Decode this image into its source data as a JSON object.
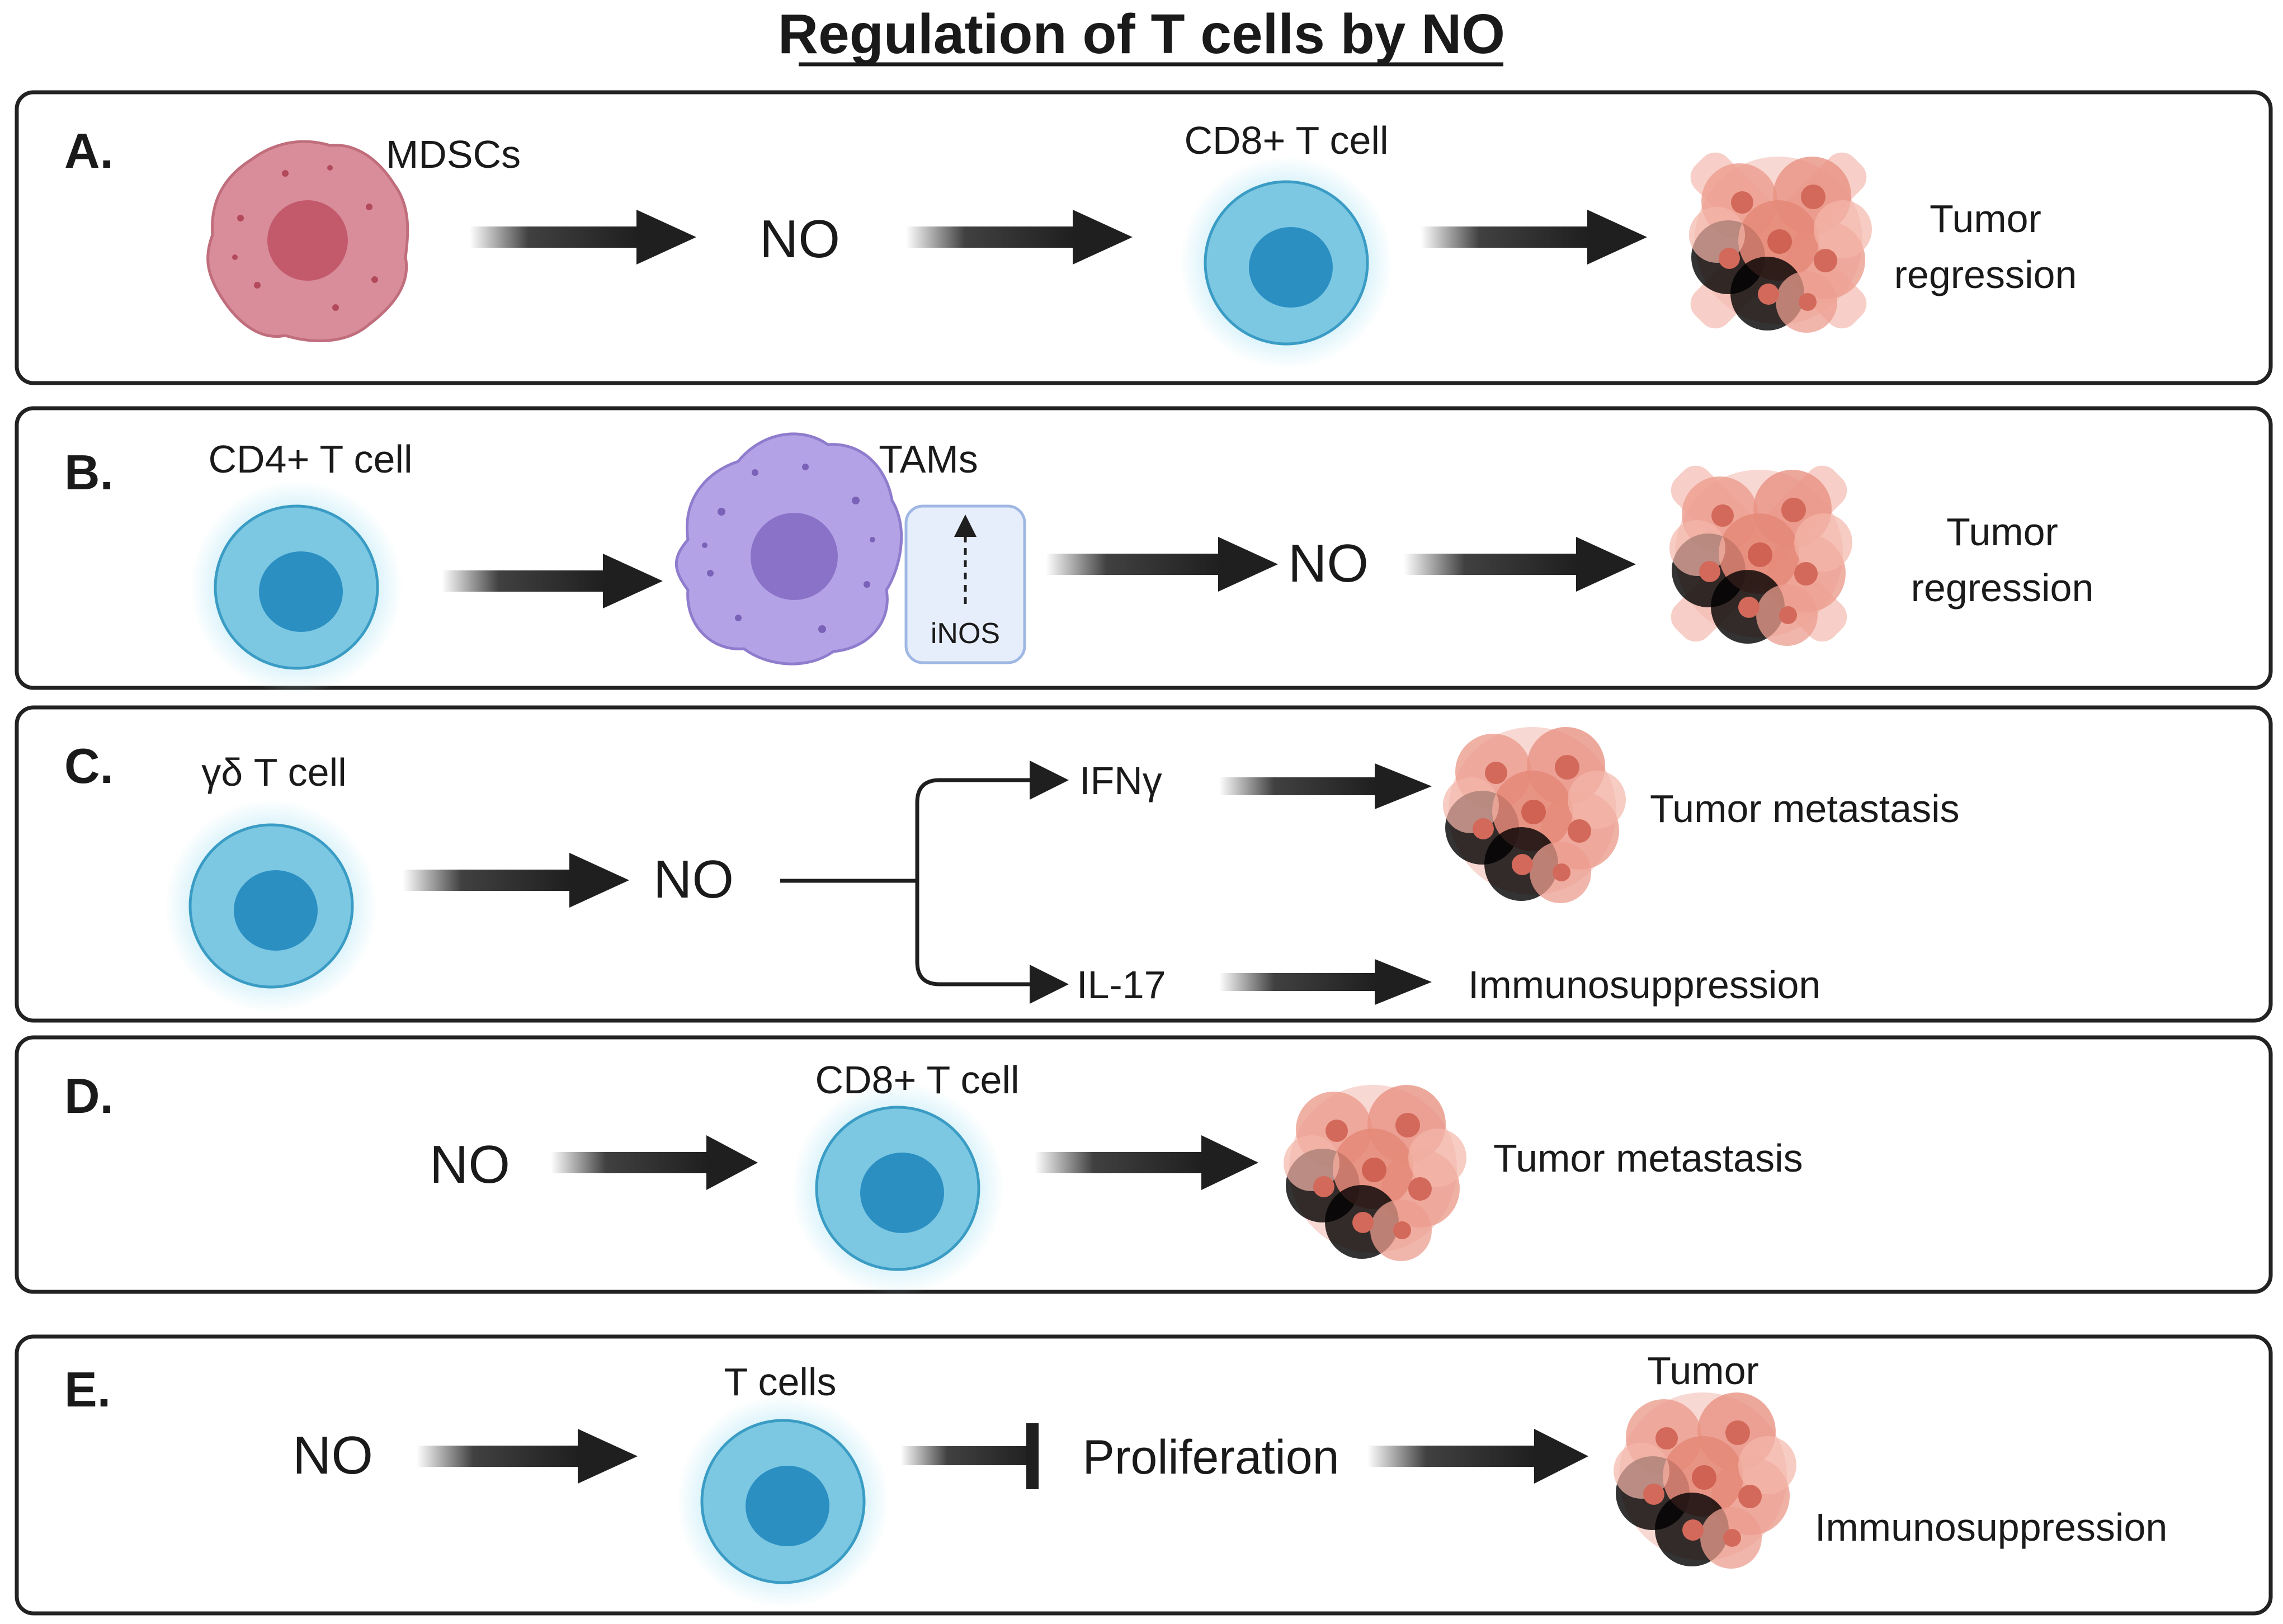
{
  "title": "Regulation of T cells by NO",
  "colors": {
    "t_cell_outer": "#7cc8e3",
    "t_cell_inner": "#2b8fc2",
    "t_cell_glow": "#bfeaf7",
    "mdsc_body": "#d98c99",
    "mdsc_nucleus": "#c35a6c",
    "tam_body": "#b3a3e6",
    "tam_nucleus": "#8a72c9",
    "tumor": "#e99283",
    "arrow": "#1f1f1f",
    "panel_border": "#222222",
    "inos_box": "#e7eefb"
  },
  "panels": {
    "a": {
      "letter": "A.",
      "mdsc_label": "MDSCs",
      "no": "NO",
      "cell_label": "CD8+ T cell",
      "outcome_line1": "Tumor",
      "outcome_line2": "regression"
    },
    "b": {
      "letter": "B.",
      "cell_label": "CD4+ T cell",
      "tam_label": "TAMs",
      "inos": "iNOS",
      "no": "NO",
      "outcome_line1": "Tumor",
      "outcome_line2": "regression"
    },
    "c": {
      "letter": "C.",
      "cell_label": "γδ T cell",
      "no": "NO",
      "branch_top": "IFNγ",
      "branch_bottom": "IL-17",
      "outcome_top": "Tumor metastasis",
      "outcome_bottom": "Immunosuppression"
    },
    "d": {
      "letter": "D.",
      "no": "NO",
      "cell_label": "CD8+ T cell",
      "outcome": "Tumor metastasis"
    },
    "e": {
      "letter": "E.",
      "no": "NO",
      "cell_label": "T cells",
      "process": "Proliferation",
      "tumor_label": "Tumor",
      "outcome": "Immunosuppression"
    }
  }
}
